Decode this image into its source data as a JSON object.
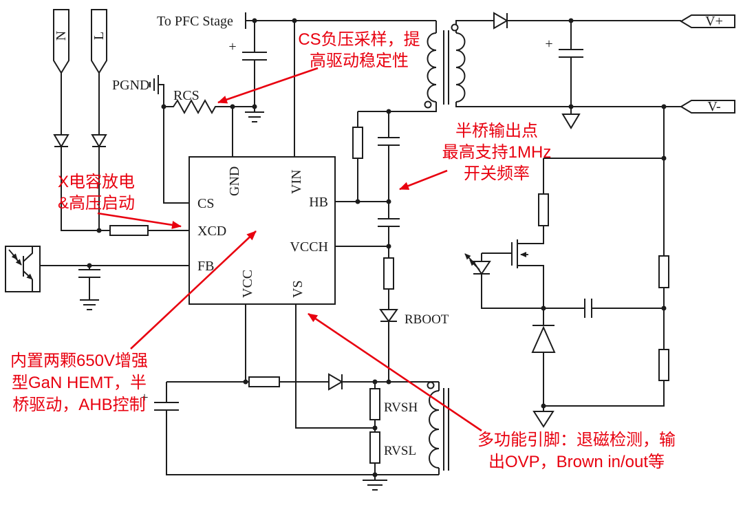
{
  "colors": {
    "line": "#1c1c1c",
    "annotation": "#e8000f"
  },
  "labels": {
    "to_pfc_stage": "To PFC Stage",
    "pgnd": "PGND",
    "rcs": "RCS",
    "rboot": "RBOOT",
    "rvsh": "RVSH",
    "rvsl": "RVSL",
    "n": "N",
    "l": "L",
    "v_plus": "V+",
    "v_minus": "V-",
    "plus": "+"
  },
  "ic": {
    "pins": {
      "cs": "CS",
      "xcd": "XCD",
      "fb": "FB",
      "gnd": "GND",
      "vin": "VIN",
      "hb": "HB",
      "vcch": "VCCH",
      "vcc": "VCC",
      "vs": "VS"
    }
  },
  "annotations": {
    "cs_sense": {
      "line1": "CS负压采样，提",
      "line2": "高驱动稳定性"
    },
    "half_bridge": {
      "line1": "半桥输出点",
      "line2": "最高支持1MHz",
      "line3": "开关频率"
    },
    "x_cap": {
      "line1": "X电容放电",
      "line2": "&高压启动"
    },
    "gan": {
      "line1": "内置两颗650V增强",
      "line2": "型GaN HEMT，半",
      "line3": "桥驱动，AHB控制"
    },
    "multi_pin": {
      "line1": "多功能引脚：退磁检测，输",
      "line2": "出OVP，Brown in/out等"
    }
  }
}
